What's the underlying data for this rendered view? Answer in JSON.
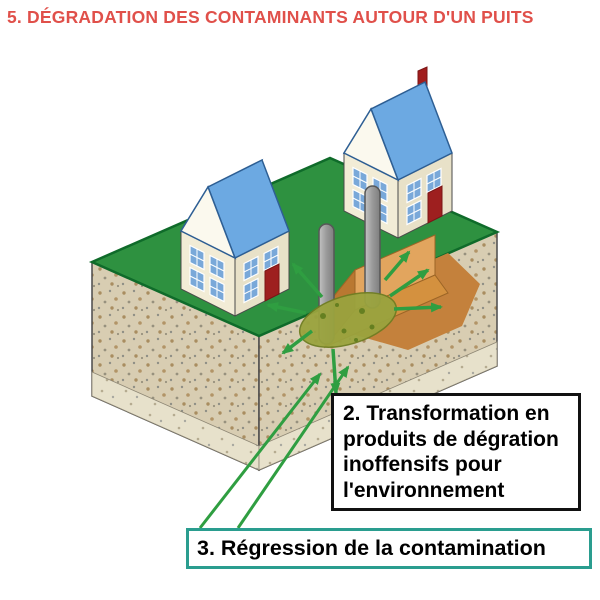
{
  "title": "5. DÉGRADATION DES CONTAMINANTS AUTOUR D'UN PUITS",
  "callouts": {
    "box2": {
      "lines": [
        "2. Transformation en",
        "produits de dégration",
        "inoffensifs pour",
        "l'environnement"
      ]
    },
    "box3": {
      "text": "3. Régression de la contamination"
    }
  },
  "colors": {
    "title_red": "#e0504a",
    "arrow_green": "#2f9e41",
    "callout2_border": "#111111",
    "callout3_border": "#2a9d8f",
    "grass_green": "#2e9140",
    "soil_beige": "#d8cdb2",
    "trench_orange": "#d4913f",
    "contamination_olive": "#9aa33e",
    "roof_blue": "#6ca9e2",
    "wall_cream": "#f2ecd6",
    "door_red": "#9e1f1f",
    "well_gray": "#9c9c9c"
  }
}
